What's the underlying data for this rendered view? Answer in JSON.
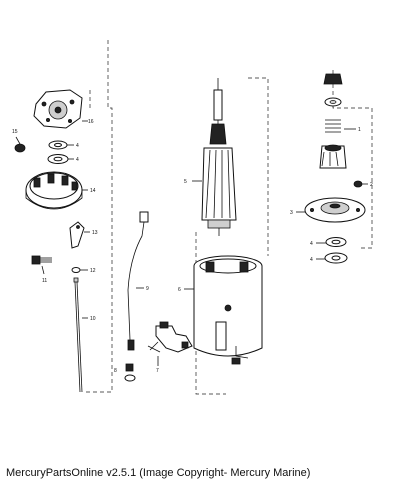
{
  "footer": {
    "text": "MercuryPartsOnline v2.5.1 (Image Copyright- Mercury Marine)"
  },
  "callouts": {
    "c1": "1",
    "c2": "2",
    "c3": "3",
    "c4a": "4",
    "c4b": "4",
    "c5": "5",
    "c6": "6",
    "c4c": "4",
    "c4d": "4",
    "c7": "7",
    "c8": "8",
    "c9": "9",
    "c10": "10",
    "c11": "11",
    "c12": "12",
    "c13": "13",
    "c14": "14",
    "c15": "15",
    "c16": "16"
  }
}
